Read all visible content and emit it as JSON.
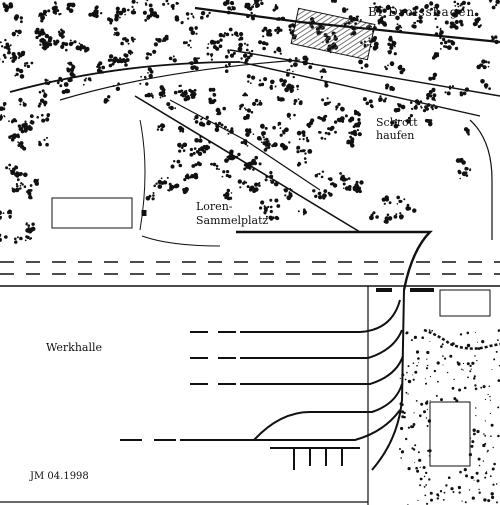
{
  "labels": {
    "station": "Bf Droisshagen",
    "scrap_line1": "Schrott",
    "scrap_line2": "haufen",
    "loren_line1": "Loren-",
    "loren_line2": "Sammelplatz",
    "hall": "Werkhalle",
    "credit": "JM 04.1998"
  },
  "colors": {
    "ink": "#111111",
    "paper": "#ffffff",
    "building_hatch": "#555555"
  },
  "icons": [
    "tree-cluster-icon",
    "station-building-icon",
    "buffer-stop-icon"
  ]
}
